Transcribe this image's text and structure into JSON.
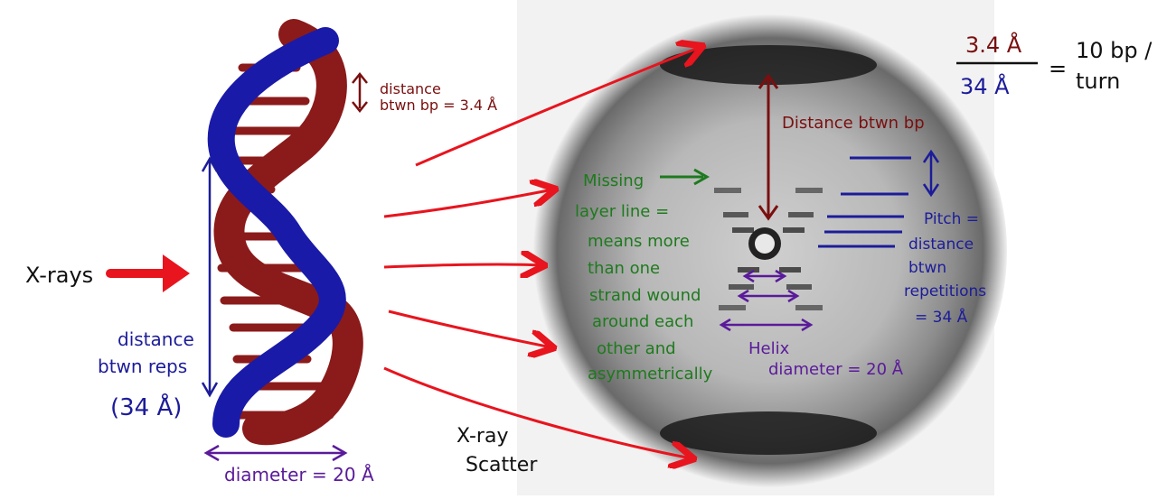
{
  "labels": {
    "xrays": "X-rays",
    "distance_bp_line1": "distance",
    "distance_bp_line2": "btwn bp = 3.4 Å",
    "distance_reps_line1": "distance",
    "distance_reps_line2": "btwn reps",
    "distance_reps_line3": "(34 Å)",
    "diameter": "diameter = 20 Å",
    "xray_scatter_line1": "X-ray",
    "xray_scatter_line2": "Scatter",
    "distance_btwn_bp": "Distance btwn bp",
    "missing_layer_lines": [
      "Missing",
      "layer line =",
      "means more",
      "than one",
      "strand wound",
      "around each",
      "other and",
      "asymmetrically"
    ],
    "pitch_lines": [
      "Pitch =",
      "distance",
      "btwn",
      "repetitions",
      "= 34 Å"
    ],
    "helix_line1": "Helix",
    "helix_line2": "diameter = 20 Å",
    "ratio_numerator": "3.4 Å",
    "ratio_denominator": "34 Å",
    "ratio_equals": "=",
    "ratio_result_line1": "10 bp /",
    "ratio_result_line2": "turn"
  },
  "colors": {
    "strand_blue": "#1a1aa8",
    "strand_red": "#8b1a1a",
    "arrow_red": "#e8141e",
    "dark_red": "#7a0f0f",
    "navy": "#1c1c9a",
    "green": "#1e7a1e",
    "purple": "#5a1a9a",
    "black": "#111111"
  }
}
